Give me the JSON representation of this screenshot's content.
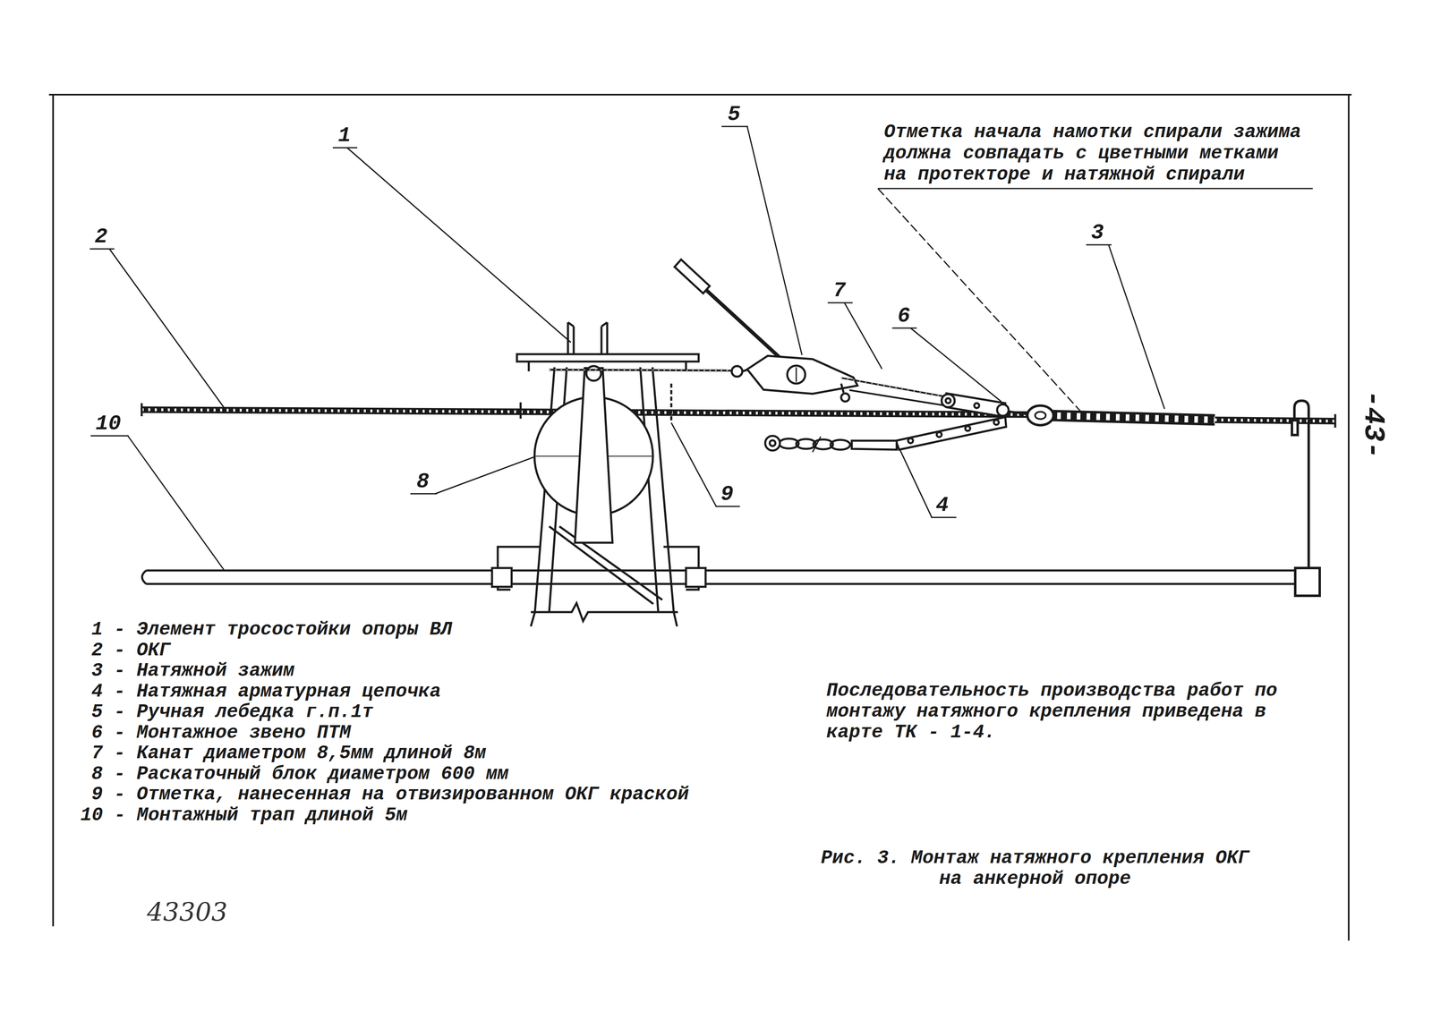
{
  "diagram": {
    "caption": "Рис. 3. Монтаж натяжного крепления ОКГ на анкерной опоре",
    "labels": [
      "5",
      "1",
      "Отметка начала намотки спирали зажима должна совпадать с цветными метками на протекторе и натяжной спирали",
      "3",
      "2",
      "7",
      "6",
      "10",
      "-43-",
      "8",
      "9",
      "4",
      "1 - Элемент тросостойки опоры ВЛ",
      "2 - ОКГ",
      "3 - Натяжной зажим",
      "4 - Натяжная арматурная цепочка",
      "5 - Ручная лебедка г.п.1т",
      "6 - Монтажное звено ПТМ",
      "7 - Канат диаметром 8,5мм длиной 8м",
      "8 - Раскаточный блок диаметром 600 мм",
      "9 - Отметка, нанесенная на отвизированном ОКГ краской",
      "10 - Монтажный трап длиной 5м",
      "Последовательность производства работ по монтажу натяжного крепления приведена в карте ТК - 1-4.",
      "43303"
    ]
  }
}
